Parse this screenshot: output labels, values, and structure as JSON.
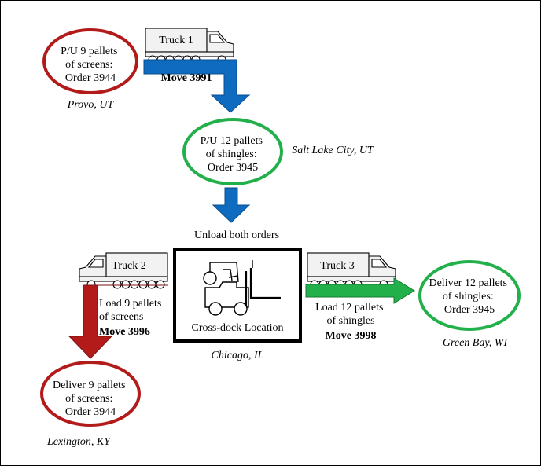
{
  "colors": {
    "red": "#B31B1B",
    "green": "#22B04B",
    "blue": "#0F6BBF",
    "outline": "#000000",
    "truck_fill": "#F2F2F2"
  },
  "nodes": {
    "pickup_screens": {
      "lines": [
        "P/U 9 pallets",
        "of screens:",
        "Order 3944"
      ],
      "location": "Provo, UT"
    },
    "pickup_shingles": {
      "lines": [
        "P/U 12 pallets",
        "of shingles:",
        "Order 3945"
      ],
      "location": "Salt Lake City, UT"
    },
    "crossdock": {
      "label": "Cross-dock Location",
      "location": "Chicago, IL"
    },
    "deliver_shingles": {
      "lines": [
        "Deliver 12 pallets",
        "of shingles:",
        "Order 3945"
      ],
      "location": "Green Bay, WI"
    },
    "deliver_screens": {
      "lines": [
        "Deliver 9 pallets",
        "of screens:",
        "Order 3944"
      ],
      "location": "Lexington, KY"
    }
  },
  "unload_label": "Unload both orders",
  "trucks": {
    "truck1": {
      "label": "Truck 1",
      "move": "Move 3991"
    },
    "truck2": {
      "label": "Truck 2",
      "load_lines": [
        "Load 9 pallets",
        "of screens"
      ],
      "move": "Move 3996"
    },
    "truck3": {
      "label": "Truck 3",
      "load_lines": [
        "Load 12 pallets",
        "of shingles"
      ],
      "move": "Move 3998"
    }
  },
  "icons": [
    "truck-icon",
    "forklift-icon",
    "arrow-down-icon",
    "arrow-right-icon",
    "arrow-bend-icon"
  ]
}
